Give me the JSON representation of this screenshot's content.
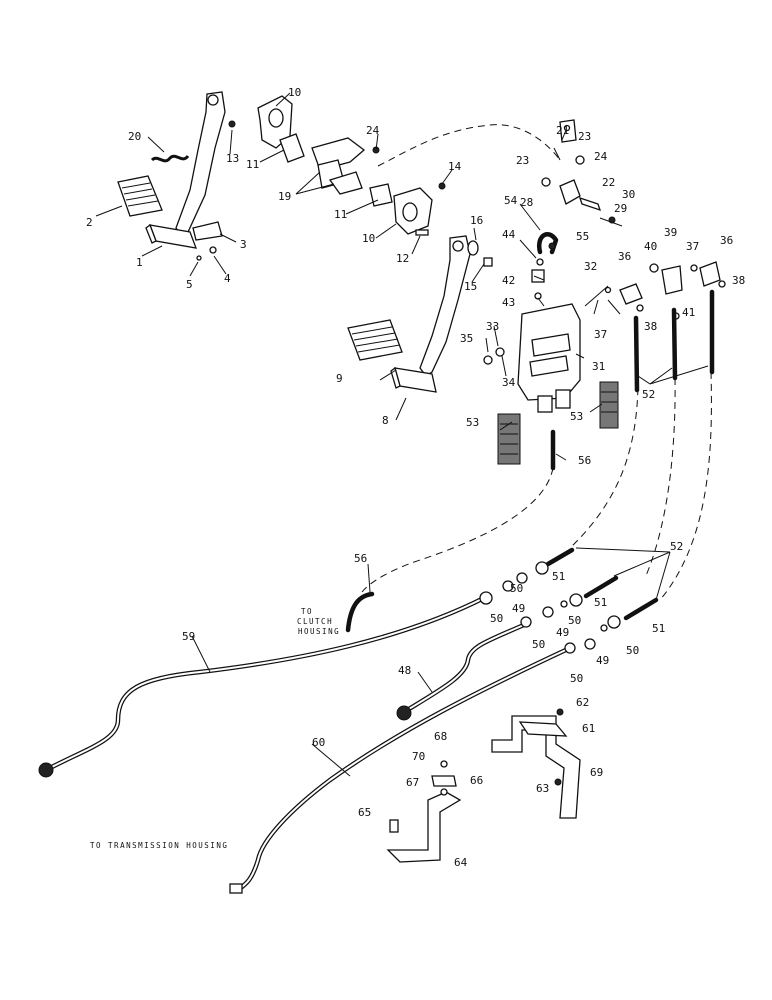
{
  "notes": {
    "clutch": [
      "TO",
      "CLUTCH",
      "HOUSING"
    ],
    "transmission": "TO TRANSMISSION HOUSING"
  },
  "callouts": [
    {
      "id": "c1",
      "text": "1"
    },
    {
      "id": "c2",
      "text": "2"
    },
    {
      "id": "c3",
      "text": "3"
    },
    {
      "id": "c4",
      "text": "4"
    },
    {
      "id": "c5",
      "text": "5"
    },
    {
      "id": "c8",
      "text": "8"
    },
    {
      "id": "c9",
      "text": "9"
    },
    {
      "id": "c10a",
      "text": "10"
    },
    {
      "id": "c10b",
      "text": "10"
    },
    {
      "id": "c11a",
      "text": "11"
    },
    {
      "id": "c11b",
      "text": "11"
    },
    {
      "id": "c12",
      "text": "12"
    },
    {
      "id": "c13",
      "text": "13"
    },
    {
      "id": "c14",
      "text": "14"
    },
    {
      "id": "c15",
      "text": "15"
    },
    {
      "id": "c16",
      "text": "16"
    },
    {
      "id": "c19",
      "text": "19"
    },
    {
      "id": "c20",
      "text": "20"
    },
    {
      "id": "c21",
      "text": "21"
    },
    {
      "id": "c22",
      "text": "22"
    },
    {
      "id": "c23a",
      "text": "23"
    },
    {
      "id": "c23b",
      "text": "23"
    },
    {
      "id": "c24a",
      "text": "24"
    },
    {
      "id": "c24b",
      "text": "24"
    },
    {
      "id": "c28",
      "text": "28"
    },
    {
      "id": "c29",
      "text": "29"
    },
    {
      "id": "c30",
      "text": "30"
    },
    {
      "id": "c31",
      "text": "31"
    },
    {
      "id": "c32",
      "text": "32"
    },
    {
      "id": "c33",
      "text": "33"
    },
    {
      "id": "c34",
      "text": "34"
    },
    {
      "id": "c35",
      "text": "35"
    },
    {
      "id": "c36a",
      "text": "36"
    },
    {
      "id": "c36b",
      "text": "36"
    },
    {
      "id": "c37a",
      "text": "37"
    },
    {
      "id": "c37b",
      "text": "37"
    },
    {
      "id": "c38a",
      "text": "38"
    },
    {
      "id": "c38b",
      "text": "38"
    },
    {
      "id": "c39",
      "text": "39"
    },
    {
      "id": "c40",
      "text": "40"
    },
    {
      "id": "c41",
      "text": "41"
    },
    {
      "id": "c42",
      "text": "42"
    },
    {
      "id": "c43",
      "text": "43"
    },
    {
      "id": "c44",
      "text": "44"
    },
    {
      "id": "c48",
      "text": "48"
    },
    {
      "id": "c49a",
      "text": "49"
    },
    {
      "id": "c49b",
      "text": "49"
    },
    {
      "id": "c49c",
      "text": "49"
    },
    {
      "id": "c50a",
      "text": "50"
    },
    {
      "id": "c50b",
      "text": "50"
    },
    {
      "id": "c50c",
      "text": "50"
    },
    {
      "id": "c50d",
      "text": "50"
    },
    {
      "id": "c50e",
      "text": "50"
    },
    {
      "id": "c50f",
      "text": "50"
    },
    {
      "id": "c51a",
      "text": "51"
    },
    {
      "id": "c51b",
      "text": "51"
    },
    {
      "id": "c51c",
      "text": "51"
    },
    {
      "id": "c52a",
      "text": "52"
    },
    {
      "id": "c52b",
      "text": "52"
    },
    {
      "id": "c53a",
      "text": "53"
    },
    {
      "id": "c53b",
      "text": "53"
    },
    {
      "id": "c54",
      "text": "54"
    },
    {
      "id": "c55",
      "text": "55"
    },
    {
      "id": "c56a",
      "text": "56"
    },
    {
      "id": "c56b",
      "text": "56"
    },
    {
      "id": "c59",
      "text": "59"
    },
    {
      "id": "c60",
      "text": "60"
    },
    {
      "id": "c61",
      "text": "61"
    },
    {
      "id": "c62",
      "text": "62"
    },
    {
      "id": "c63",
      "text": "63"
    },
    {
      "id": "c64",
      "text": "64"
    },
    {
      "id": "c65",
      "text": "65"
    },
    {
      "id": "c66",
      "text": "66"
    },
    {
      "id": "c67",
      "text": "67"
    },
    {
      "id": "c68",
      "text": "68"
    },
    {
      "id": "c69",
      "text": "69"
    },
    {
      "id": "c70",
      "text": "70"
    }
  ]
}
